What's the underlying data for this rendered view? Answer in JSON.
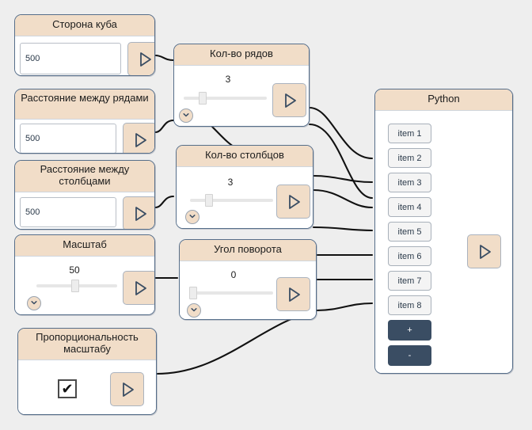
{
  "canvas": {
    "background": "#eeeeee",
    "node_border_color": "#566e8a",
    "header_color": "#f1ddc8",
    "accent_dark": "#3a4d63",
    "wire_color": "#111111"
  },
  "nodes": [
    {
      "id": "cube-side",
      "title": "Сторона куба",
      "type": "number-input",
      "value": "500",
      "placeholder": "",
      "run_label": "run"
    },
    {
      "id": "row-spacing",
      "title": "Расстояние между рядами",
      "type": "number-input",
      "value": "500",
      "placeholder": "",
      "run_label": "run"
    },
    {
      "id": "column-spacing",
      "title": "Расстояние между столбцами",
      "type": "number-input",
      "value": "500",
      "placeholder": "",
      "run_label": "run"
    },
    {
      "id": "scale",
      "title": "Масштаб",
      "type": "slider",
      "value": "50",
      "thumb_percent": 48,
      "run_label": "run"
    },
    {
      "id": "scale-proportional",
      "title": "Пропорциональность масштабу",
      "type": "checkbox",
      "checked": true,
      "check_glyph": "✔",
      "run_label": "run"
    },
    {
      "id": "rows-count",
      "title": "Кол-во рядов",
      "type": "slider",
      "value": "3",
      "thumb_percent": 18,
      "run_label": "run"
    },
    {
      "id": "columns-count",
      "title": "Кол-во столбцов",
      "type": "slider",
      "value": "3",
      "thumb_percent": 18,
      "run_label": "run"
    },
    {
      "id": "rotation-angle",
      "title": "Угол поворота",
      "type": "slider",
      "value": "0",
      "thumb_percent": 1,
      "run_label": "run"
    }
  ],
  "python_node": {
    "title": "Python",
    "items": [
      {
        "label": "item 1"
      },
      {
        "label": "item 2"
      },
      {
        "label": "item 3"
      },
      {
        "label": "item 4"
      },
      {
        "label": "item 5"
      },
      {
        "label": "item 6"
      },
      {
        "label": "item 7"
      },
      {
        "label": "item 8"
      }
    ],
    "add_label": "+",
    "remove_label": "-",
    "run_label": "run"
  },
  "icons": {
    "play": "play-icon",
    "chevron_down": "chevron-down-icon",
    "check": "check-icon"
  }
}
